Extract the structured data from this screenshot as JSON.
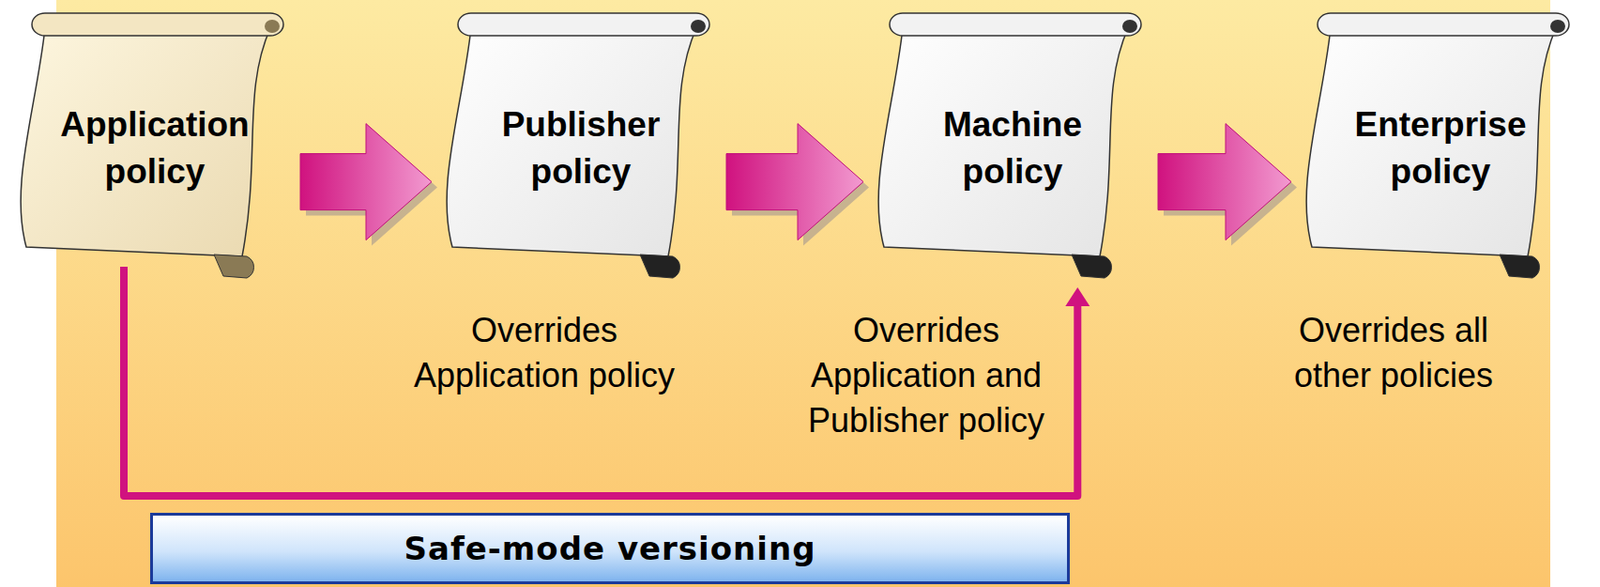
{
  "diagram": {
    "nodes": [
      {
        "text": [
          "Application policy"
        ]
      },
      {
        "text": [
          "Publisher policy"
        ]
      },
      {
        "text": [
          "Machine policy"
        ]
      },
      {
        "text": [
          "Enterprise policy"
        ]
      }
    ],
    "edges": [
      {
        "from": 0,
        "to": 1,
        "arrow": "to"
      },
      {
        "from": 1,
        "to": 2,
        "arrow": "to"
      },
      {
        "from": 2,
        "to": 3,
        "arrow": "to"
      },
      {
        "from": 0,
        "to": 2,
        "label": "Safe-mode versioning",
        "arrow": "to"
      }
    ],
    "labels": [
      "Overrides Application policy",
      "Overrides Application and Publisher policy",
      "Overrides all other policies"
    ]
  }
}
